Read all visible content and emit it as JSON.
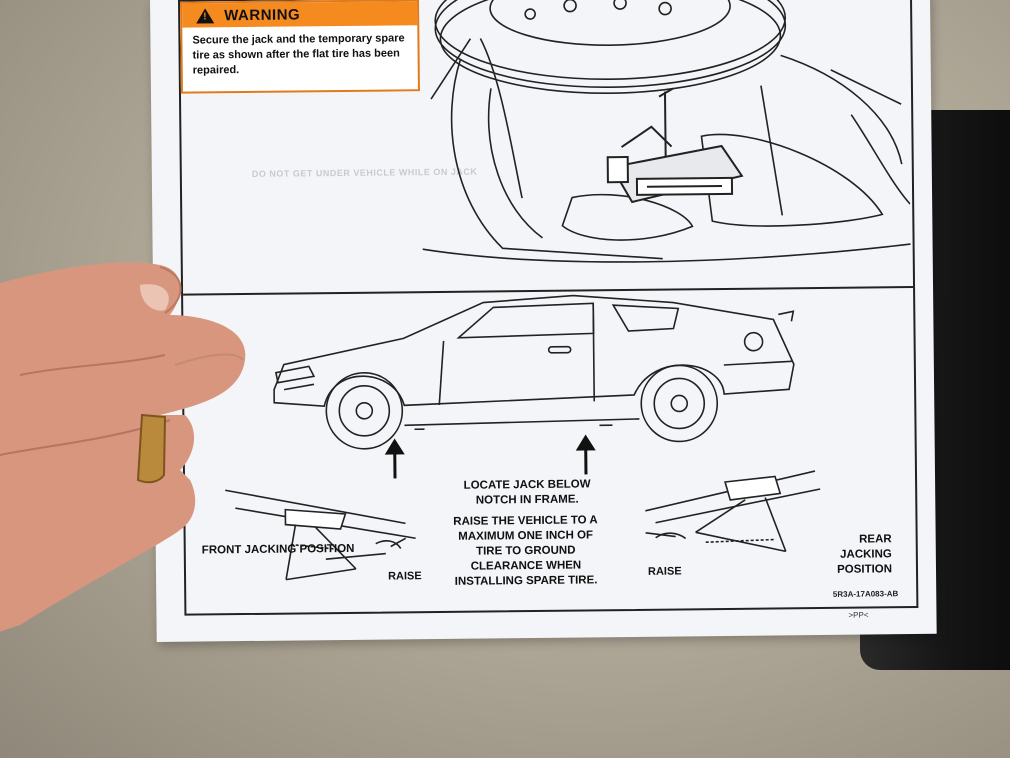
{
  "warning": {
    "heading": "WARNING",
    "text": "Secure the jack and the temporary spare tire as shown after the flat tire has been repaired."
  },
  "instructions": {
    "locate": "LOCATE JACK BELOW NOTCH IN FRAME.",
    "raise_vehicle": "RAISE THE VEHICLE TO A MAXIMUM ONE INCH OF TIRE TO GROUND CLEARANCE WHEN INSTALLING SPARE TIRE."
  },
  "front_jack": {
    "position_label": "FRONT JACKING POSITION",
    "raise_label": "RAISE"
  },
  "rear_jack": {
    "position_label": "REAR JACKING POSITION",
    "raise_label": "RAISE"
  },
  "part_code": "5R3A-17A083-AB",
  "material_mark": ">PP<",
  "ghost_print": "DO NOT GET UNDER VEHICLE WHILE ON JACK",
  "colors": {
    "warning_orange": "#f58a1f",
    "paper": "#f4f5f8",
    "ink": "#222222"
  }
}
